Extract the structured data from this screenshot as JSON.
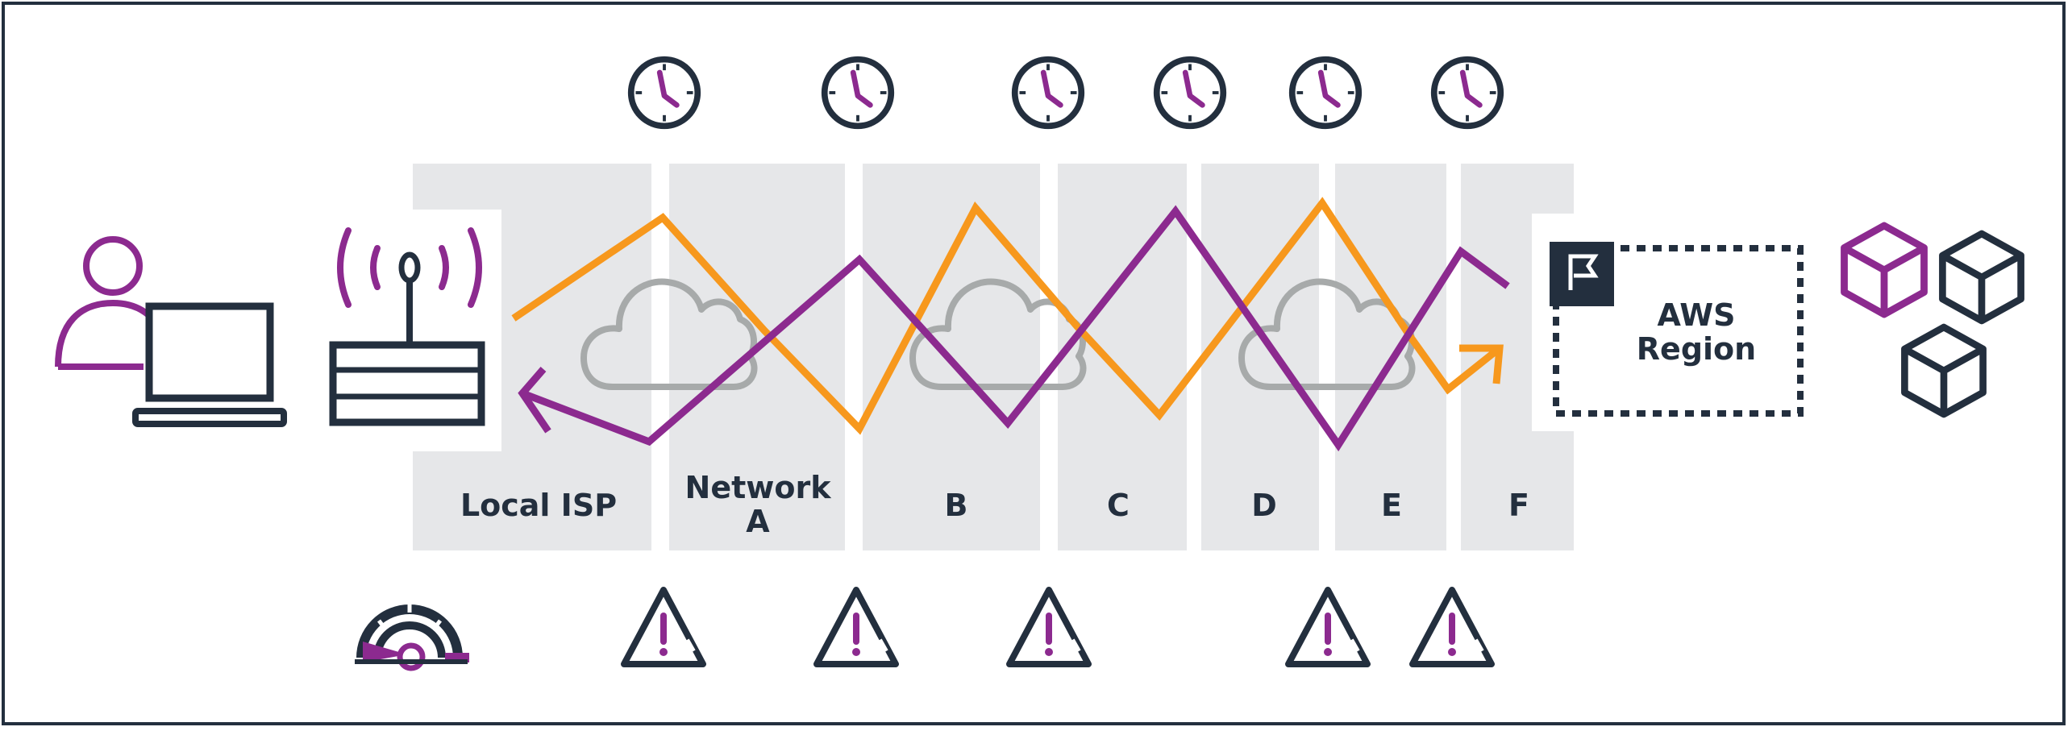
{
  "segments": [
    {
      "line1": "Local ISP",
      "line2": ""
    },
    {
      "line1": "Network",
      "line2": "A"
    },
    {
      "line1": "B",
      "line2": ""
    },
    {
      "line1": "C",
      "line2": ""
    },
    {
      "line1": "D",
      "line2": ""
    },
    {
      "line1": "E",
      "line2": ""
    },
    {
      "line1": "F",
      "line2": ""
    }
  ],
  "region": {
    "line1": "AWS",
    "line2": "Region"
  },
  "icons": {
    "user": "user-laptop-icon",
    "router": "wireless-router-icon",
    "clock": "clock-icon",
    "cloud": "cloud-icon",
    "warning": "warning-triangle-icon",
    "gauge": "speedometer-icon",
    "flag": "flag-icon",
    "cubes": "resources-cubes-icon"
  },
  "colors": {
    "navy": "#232f3e",
    "purple": "#8c2a8f",
    "orange": "#f7981d",
    "panel": "#e6e7e9",
    "cloud_gray": "#a7aaaa"
  }
}
